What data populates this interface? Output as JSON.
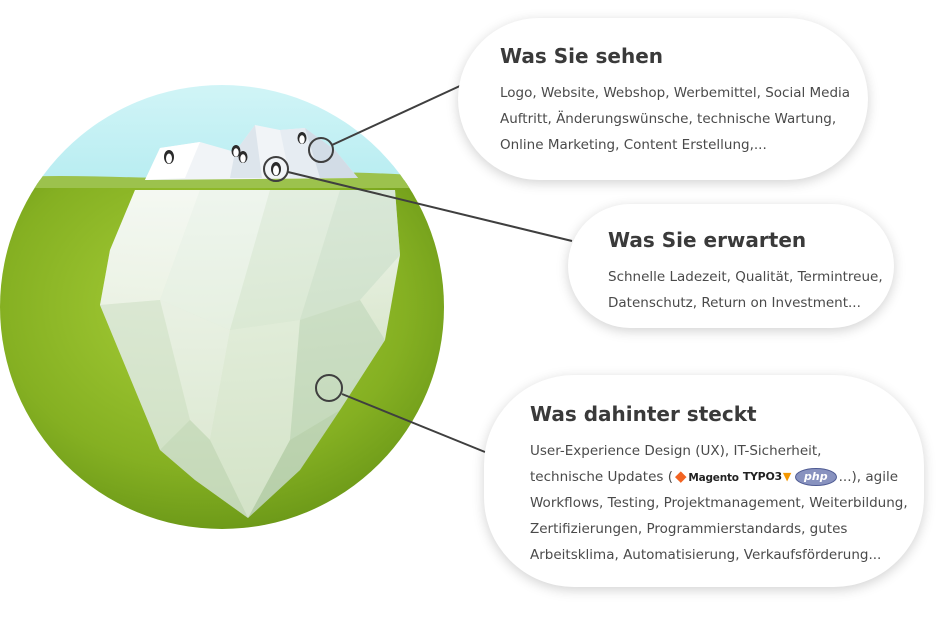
{
  "callouts": {
    "sehen": {
      "title": "Was Sie sehen",
      "lines": [
        "Logo, Website, Webshop, Werbemittel, Social Media",
        "Auftritt, Änderungswünsche, technische Wartung,",
        "Online Marketing, Content Erstellung,..."
      ]
    },
    "erwarten": {
      "title": "Was Sie erwarten",
      "lines": [
        "Schnelle Ladezeit, Qualität, Termintreue,",
        "Datenschutz, Return on Investment..."
      ]
    },
    "dahinter": {
      "title": "Was dahinter steckt",
      "line1": "User-Experience Design (UX), IT-Sicherheit,",
      "line2_prefix": "technische Updates (",
      "line2_suffix": "...), agile",
      "lines_rest": [
        "Workflows, Testing, Projektmanagement, Weiterbildung,",
        "Zertifizierungen, Programmierstandards, gutes",
        "Arbeitsklima, Automatisierung, Verkaufsförderung..."
      ]
    }
  },
  "logos": {
    "magento": "Magento",
    "typo3": "TYPO3",
    "php": "php"
  },
  "colors": {
    "sky": "#bff0f4",
    "water": "#86b024",
    "water_dark": "#5f8c16",
    "ice": "#e9f3ee",
    "connector": "#3f3f3f"
  }
}
